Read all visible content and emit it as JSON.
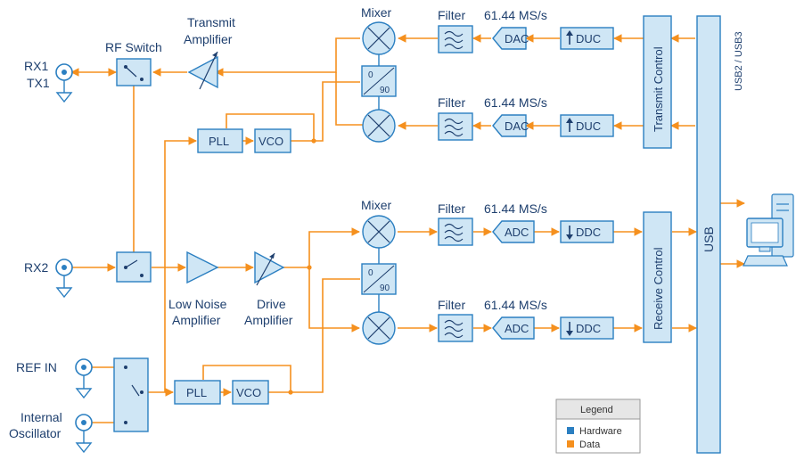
{
  "labels": {
    "rx1": "RX1",
    "tx1": "TX1",
    "rf_switch": "RF Switch",
    "transmit_amp_1": "Transmit",
    "transmit_amp_2": "Amplifier",
    "mixer_top": "Mixer",
    "mixer_bottom": "Mixer",
    "filter_1": "Filter",
    "filter_2": "Filter",
    "filter_3": "Filter",
    "filter_4": "Filter",
    "rate_1": "61.44 MS/s",
    "rate_2": "61.44 MS/s",
    "rate_3": "61.44 MS/s",
    "rate_4": "61.44 MS/s",
    "dac_1": "DAC",
    "dac_2": "DAC",
    "adc_1": "ADC",
    "adc_2": "ADC",
    "duc_1": "DUC",
    "duc_2": "DUC",
    "ddc_1": "DDC",
    "ddc_2": "DDC",
    "transmit_control": "Transmit Control",
    "receive_control": "Receive Control",
    "usb": "USB",
    "usb_version": "USB2 / USB3",
    "pll_1": "PLL",
    "pll_2": "PLL",
    "vco_1": "VCO",
    "vco_2": "VCO",
    "rx2": "RX2",
    "lna_1": "Low Noise",
    "lna_2": "Amplifier",
    "drive_1": "Drive",
    "drive_2": "Amplifier",
    "ref_in": "REF IN",
    "internal_osc_1": "Internal",
    "internal_osc_2": "Oscillator",
    "phase_0_a": "0",
    "phase_90_a": "90",
    "phase_0_b": "0",
    "phase_90_b": "90"
  },
  "legend": {
    "title": "Legend",
    "items": [
      {
        "label": "Hardware",
        "color": "#2b7fc1"
      },
      {
        "label": "Data",
        "color": "#f5901e"
      }
    ]
  },
  "colors": {
    "hardware": "#2b7fc1",
    "data": "#f5901e",
    "box_fill": "#cfe6f5"
  }
}
